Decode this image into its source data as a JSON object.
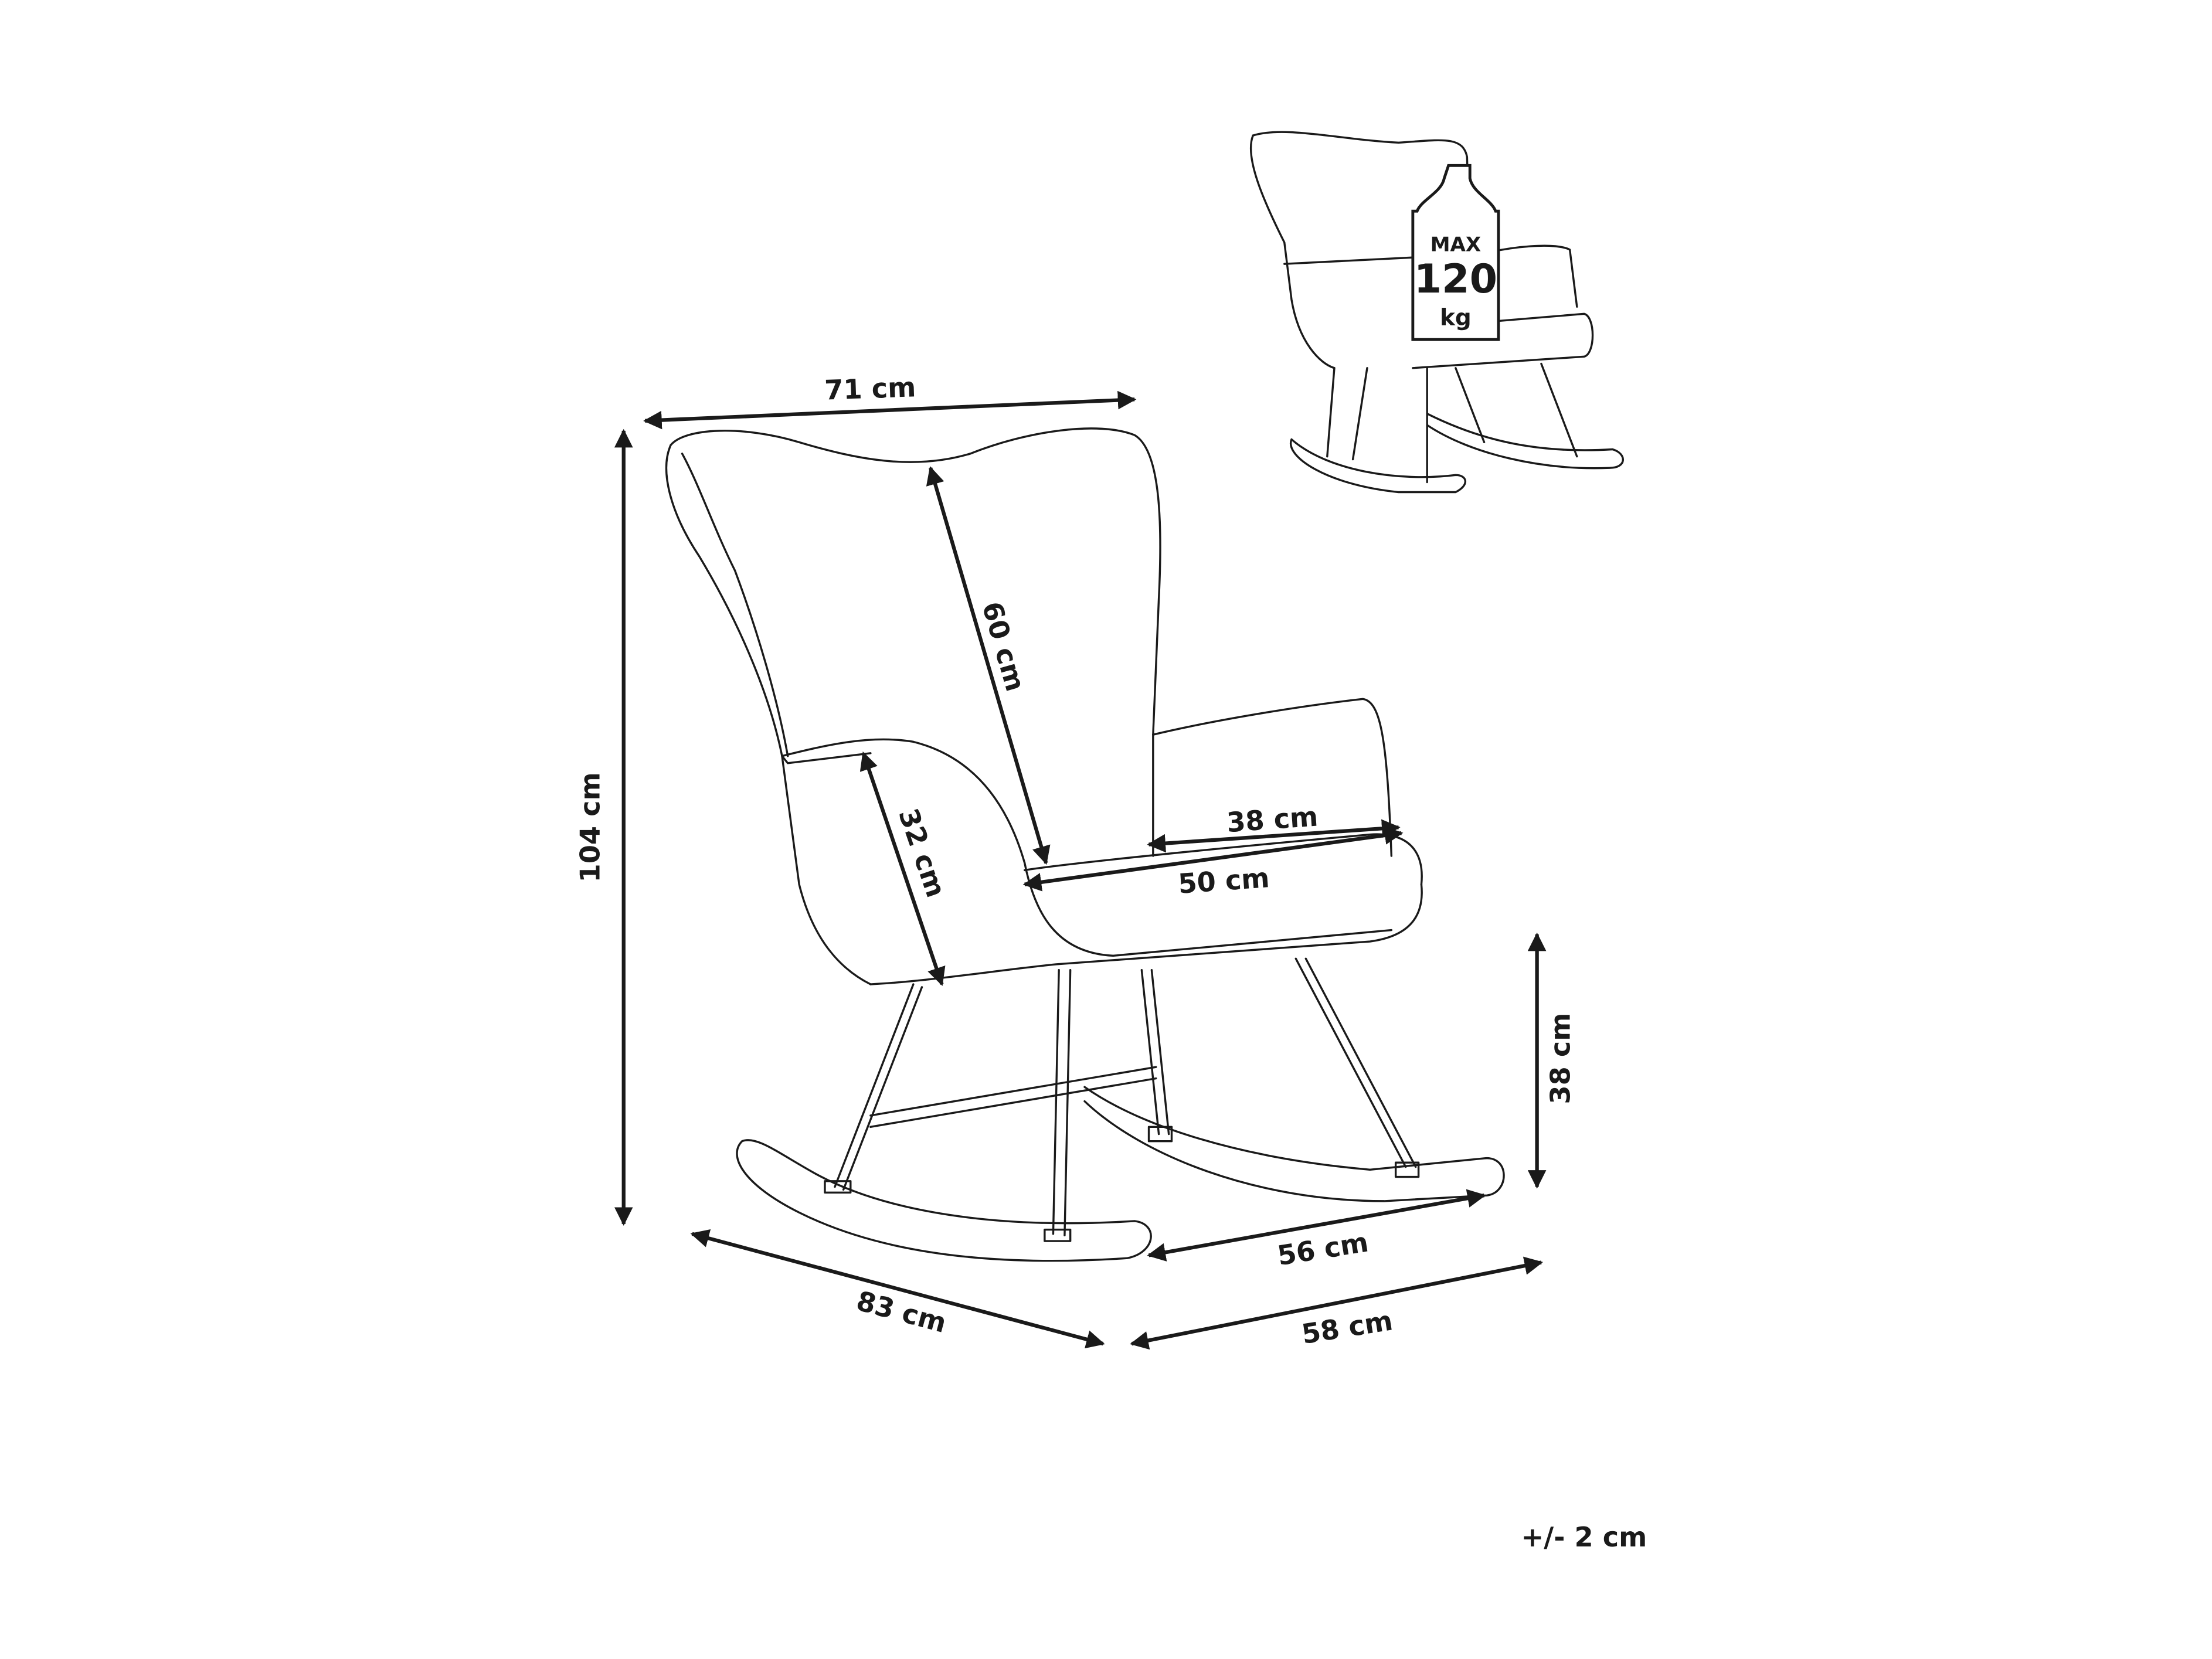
{
  "dimensions": {
    "width": "71 cm",
    "height": "104 cm",
    "backrest_height": "60 cm",
    "side_height": "32 cm",
    "seat_depth": "38 cm",
    "seat_width": "50 cm",
    "seat_height": "38 cm",
    "rocker_width": "56 cm",
    "depth": "83 cm",
    "base_width": "58 cm"
  },
  "tolerance": "+/- 2 cm",
  "max_load": {
    "line1": "MAX",
    "line2": "120",
    "line3": "kg"
  }
}
